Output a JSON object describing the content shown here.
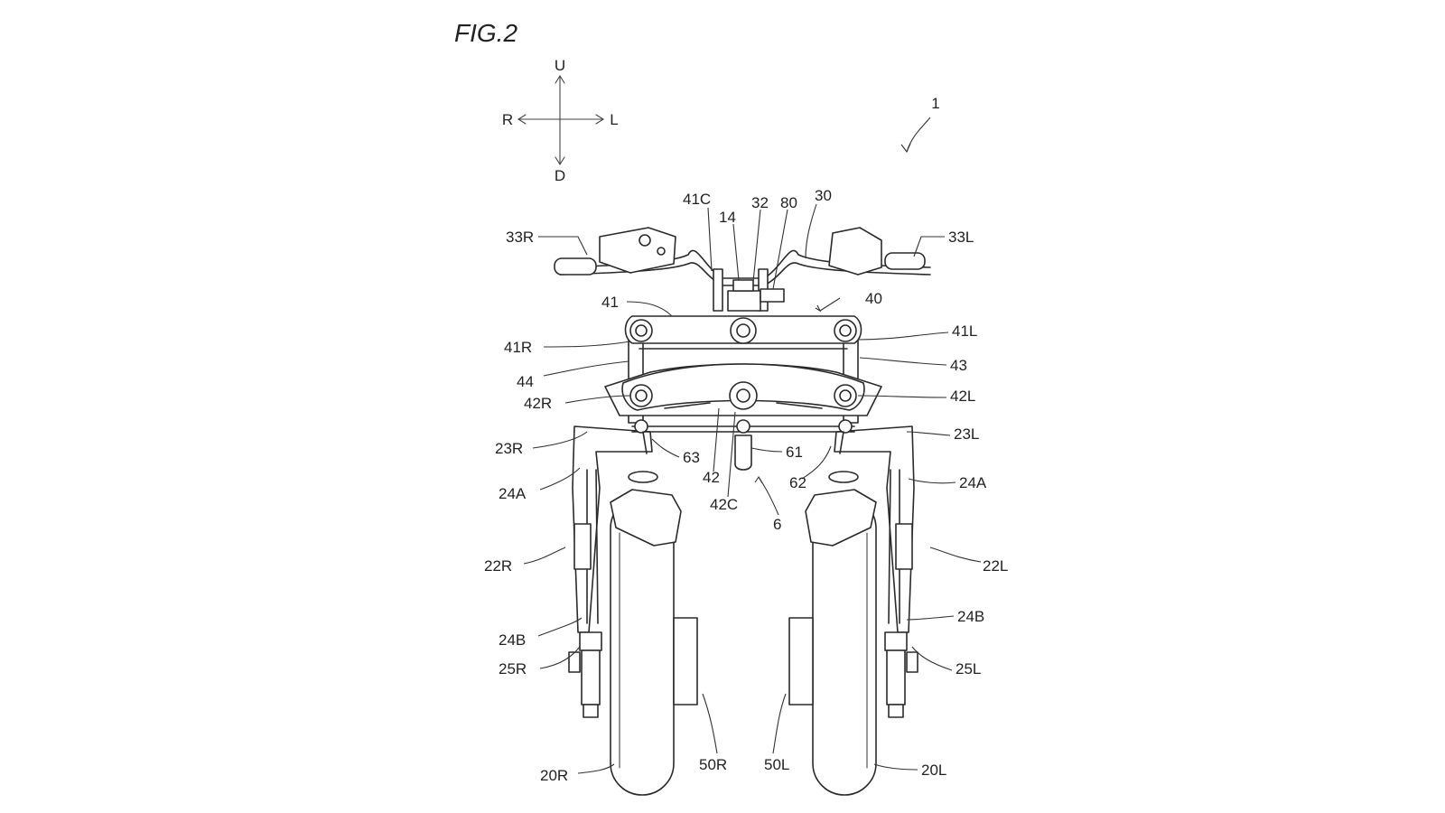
{
  "figure_title": "FIG.2",
  "direction_indicator": {
    "up": "U",
    "down": "D",
    "right": "R",
    "left": "L"
  },
  "assembly_ref": "1",
  "labels": {
    "l33R": "33R",
    "l33L": "33L",
    "l41C": "41C",
    "l14": "14",
    "l32": "32",
    "l80": "80",
    "l30": "30",
    "l41": "41",
    "l40": "40",
    "l41L": "41L",
    "l41R": "41R",
    "l43": "43",
    "l44": "44",
    "l42R": "42R",
    "l42L": "42L",
    "l23R": "23R",
    "l23L": "23L",
    "l63": "63",
    "l61": "61",
    "l62": "62",
    "l42": "42",
    "l42C": "42C",
    "l6": "6",
    "l24A_r": "24A",
    "l24A_l": "24A",
    "l22R": "22R",
    "l22L": "22L",
    "l24B_r": "24B",
    "l24B_l": "24B",
    "l25R": "25R",
    "l25L": "25L",
    "l50R": "50R",
    "l50L": "50L",
    "l20R": "20R",
    "l20L": "20L"
  }
}
